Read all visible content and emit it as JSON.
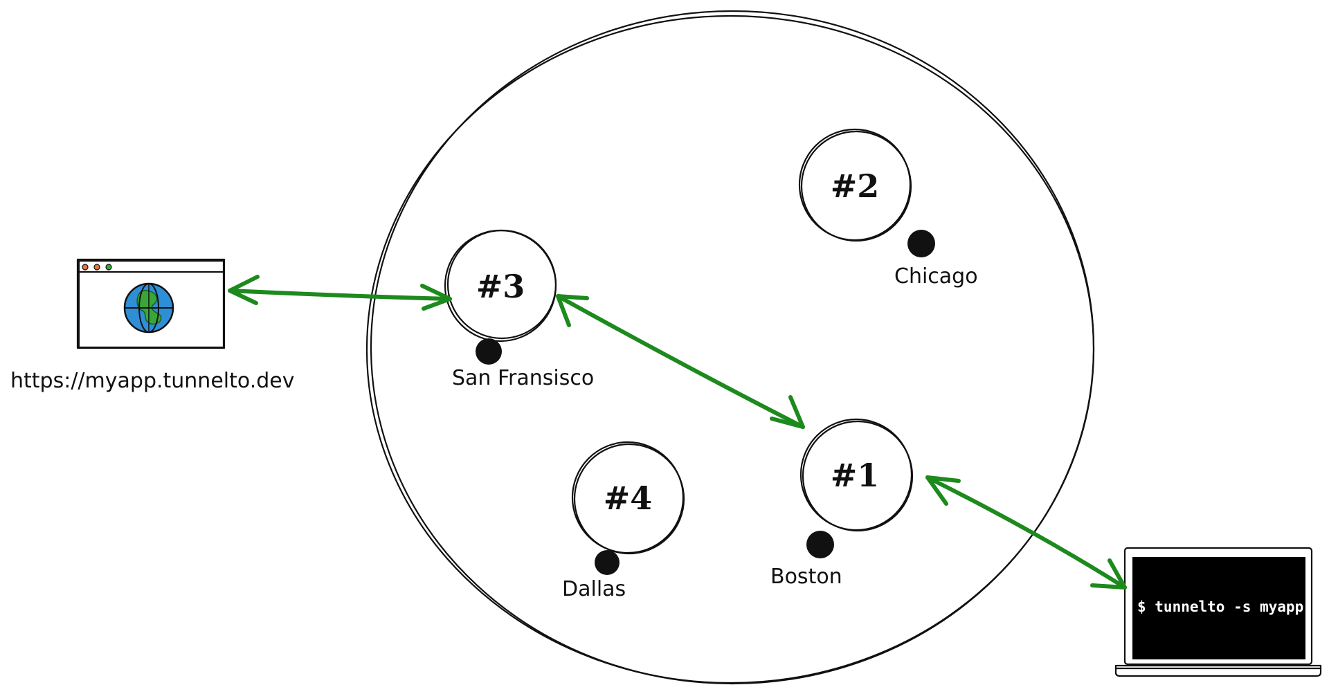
{
  "colors": {
    "ink": "#111111",
    "arrow": "#1d8a1d",
    "terminal_bg": "#000000",
    "globe_water": "#2f8fd6",
    "globe_land": "#3aa63a"
  },
  "browser": {
    "icon": "globe-icon",
    "url": "https://myapp.tunnelto.dev"
  },
  "network": {
    "nodes": [
      {
        "id": "1",
        "label": "#1",
        "city": "Boston"
      },
      {
        "id": "2",
        "label": "#2",
        "city": "Chicago"
      },
      {
        "id": "3",
        "label": "#3",
        "city": "San Fransisco"
      },
      {
        "id": "4",
        "label": "#4",
        "city": "Dallas"
      }
    ]
  },
  "terminal": {
    "command": "$ tunnelto -s myapp"
  },
  "connections": [
    {
      "from": "browser",
      "to": "#3"
    },
    {
      "from": "#3",
      "to": "#1"
    },
    {
      "from": "#1",
      "to": "terminal"
    }
  ]
}
